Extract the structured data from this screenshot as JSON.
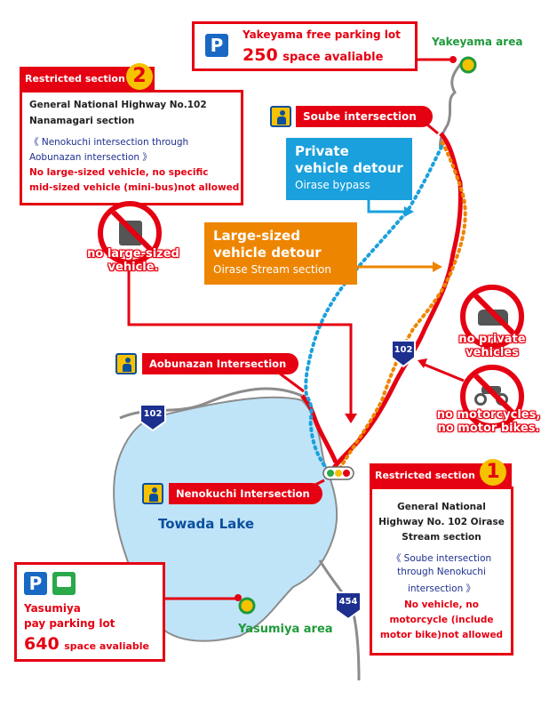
{
  "colors": {
    "red": "#e50012",
    "blue": "#1aa0dc",
    "orange": "#ee8500",
    "lake": "#bfe4f8",
    "green": "#1f9a3a",
    "navy": "#1d2f8f",
    "yellow": "#f6c200"
  },
  "yakeyama_parking": {
    "title": "Yakeyama free parking lot",
    "count": "250",
    "suffix": "space avaliable",
    "icon": "parking-icon"
  },
  "yakeyama_area": "Yakeyama area",
  "restricted2": {
    "title": "Restricted section",
    "number": "2",
    "road": "General National Highway No.102",
    "road2": "Nanamagari section",
    "range1": "《 Nenokuchi intersection through",
    "range2": "Aobunazan intersection 》",
    "rule1": "No large-sized vehicle, no specific",
    "rule2": "mid-sized vehicle (mini-bus)not allowed"
  },
  "soube": "Soube intersection",
  "private_detour": {
    "line1": "Private",
    "line2": "vehicle detour",
    "sub": "Oirase bypass"
  },
  "large_detour": {
    "line1": "Large-sized",
    "line2": "vehicle detour",
    "sub": "Oirase Stream section"
  },
  "no_large": {
    "line1": "no large-sized",
    "line2": "vehicle.",
    "icon": "no-truck-icon"
  },
  "no_private": {
    "line1": "no private",
    "line2": "vehicles",
    "icon": "no-car-icon"
  },
  "no_motor": {
    "line1": "no motorcycles,",
    "line2": "no motor bikes.",
    "icon": "no-motorcycle-icon"
  },
  "aobunazan": "Aobunazan Intersection",
  "nenokuchi": "Nenokuchi Intersection",
  "lake": "Towada Lake",
  "route102a": "102",
  "route102b": "102",
  "route454": "454",
  "restricted1": {
    "title": "Restricted section",
    "number": "1",
    "road1": "General National",
    "road2": "Highway No. 102 Oirase",
    "road3": "Stream section",
    "range1": "《 Soube intersection",
    "range2": "through Nenokuchi",
    "range3": "intersection 》",
    "rule1": "No vehicle, no",
    "rule2": "motorcycle (include",
    "rule3": "motor bike)not allowed"
  },
  "yasumiya_parking": {
    "line1": "Yasumiya",
    "line2": "pay parking lot",
    "count": "640",
    "suffix": "space avaliable",
    "icon": "parking-icon",
    "icon2": "bus-icon"
  },
  "yasumiya_area": "Yasumiya area"
}
